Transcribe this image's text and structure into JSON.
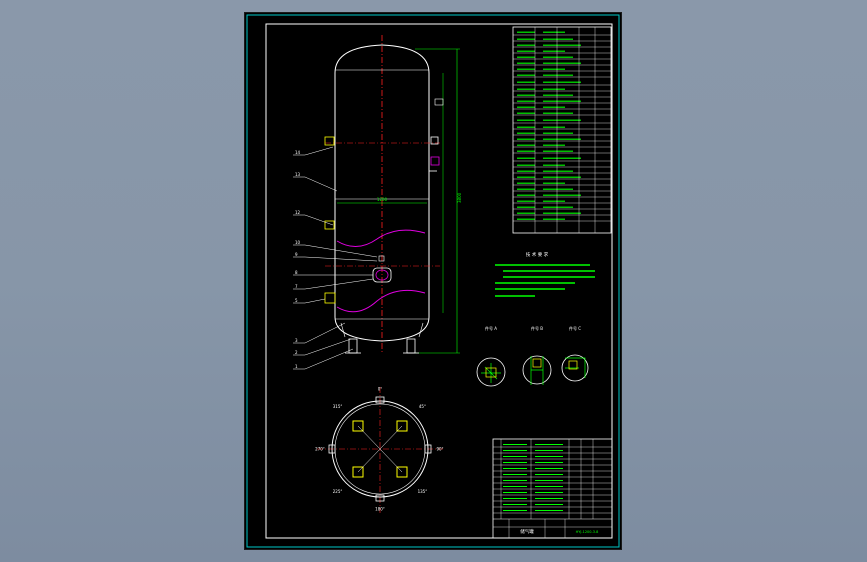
{
  "palette": {
    "frame": "#00c8c8",
    "outline": "#ffffff",
    "dimension": "#00ff00",
    "centerline": "#ff2020",
    "leader": "#ffff00",
    "liquid_level": "#e000e0",
    "nozzle": "#ffff00"
  },
  "vessel": {
    "diameter_label": "1200",
    "overall_height_label": "3800",
    "callouts": [
      "14",
      "13",
      "12",
      "10",
      "9",
      "8",
      "7",
      "5",
      "3",
      "2",
      "1"
    ]
  },
  "plan_view": {
    "angle_labels": [
      "0°",
      "45°",
      "90°",
      "135°",
      "180°",
      "225°",
      "270°",
      "315°"
    ]
  },
  "notes": {
    "title": "技 术 要 求"
  },
  "details": {
    "labels": [
      "件号 A",
      "件号 B",
      "件号 C"
    ]
  },
  "title_block": {
    "name_label": "储气罐",
    "drawing_no_label": "HYJ-1200-3.8"
  }
}
